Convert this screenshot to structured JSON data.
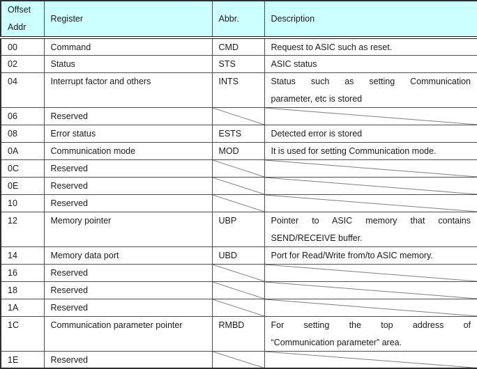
{
  "table": {
    "headers": {
      "offset_line1": "Offset",
      "offset_line2": "Addr",
      "register": "Register",
      "abbr": "Abbr.",
      "description": "Description"
    },
    "colors": {
      "header_bg": "#ccffff",
      "grid_line": "#4d4d4d",
      "outer_border": "#2e2e2e",
      "diagonal_line": "#808080",
      "text": "#1a1a1a"
    },
    "rows": [
      {
        "offset": "00",
        "register": "Command",
        "abbr": "CMD",
        "reserved": false,
        "tall": false,
        "desc_lines": [
          "Request to ASIC such as reset."
        ]
      },
      {
        "offset": "02",
        "register": "Status",
        "abbr": "STS",
        "reserved": false,
        "tall": false,
        "desc_lines": [
          "ASIC status"
        ]
      },
      {
        "offset": "04",
        "register": "Interrupt factor and others",
        "abbr": "INTS",
        "reserved": false,
        "tall": true,
        "desc_lines": [
          "Status such as setting Communication",
          "parameter, etc is stored"
        ]
      },
      {
        "offset": "06",
        "register": "Reserved",
        "abbr": "",
        "reserved": true,
        "tall": false,
        "desc_lines": []
      },
      {
        "offset": "08",
        "register": "Error status",
        "abbr": "ESTS",
        "reserved": false,
        "tall": false,
        "desc_lines": [
          "Detected error is stored"
        ]
      },
      {
        "offset": "0A",
        "register": "Communication mode",
        "abbr": "MOD",
        "reserved": false,
        "tall": false,
        "desc_lines": [
          "It is used for setting Communication mode."
        ]
      },
      {
        "offset": "0C",
        "register": "Reserved",
        "abbr": "",
        "reserved": true,
        "tall": false,
        "desc_lines": []
      },
      {
        "offset": "0E",
        "register": "Reserved",
        "abbr": "",
        "reserved": true,
        "tall": false,
        "desc_lines": []
      },
      {
        "offset": "10",
        "register": "Reserved",
        "abbr": "",
        "reserved": true,
        "tall": false,
        "desc_lines": []
      },
      {
        "offset": "12",
        "register": "Memory pointer",
        "abbr": "UBP",
        "reserved": false,
        "tall": true,
        "desc_lines": [
          "Pointer to ASIC memory that contains",
          "SEND/RECEIVE buffer."
        ]
      },
      {
        "offset": "14",
        "register": "Memory data port",
        "abbr": "UBD",
        "reserved": false,
        "tall": false,
        "desc_lines": [
          "Port for Read/Write from/to ASIC memory."
        ]
      },
      {
        "offset": "16",
        "register": "Reserved",
        "abbr": "",
        "reserved": true,
        "tall": false,
        "desc_lines": []
      },
      {
        "offset": "18",
        "register": "Reserved",
        "abbr": "",
        "reserved": true,
        "tall": false,
        "desc_lines": []
      },
      {
        "offset": "1A",
        "register": "Reserved",
        "abbr": "",
        "reserved": true,
        "tall": false,
        "desc_lines": []
      },
      {
        "offset": "1C",
        "register": "Communication parameter pointer",
        "abbr": "RMBD",
        "reserved": false,
        "tall": true,
        "desc_lines": [
          "For setting the top address of",
          "“Communication parameter” area."
        ]
      },
      {
        "offset": "1E",
        "register": "Reserved",
        "abbr": "",
        "reserved": true,
        "tall": false,
        "desc_lines": []
      }
    ]
  }
}
